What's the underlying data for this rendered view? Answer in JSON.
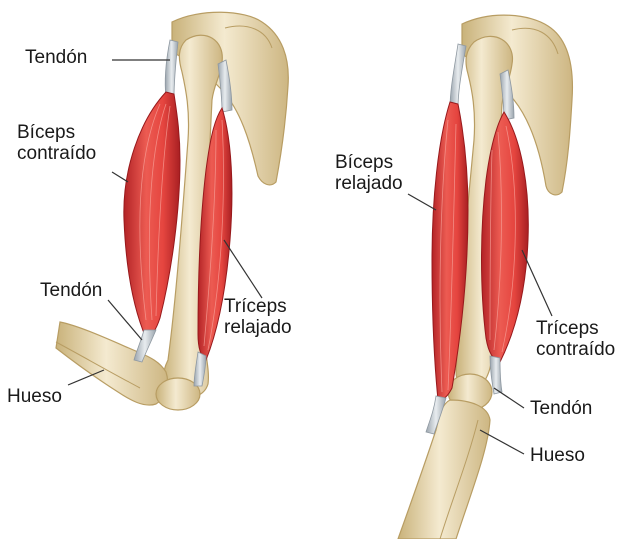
{
  "left_arm": {
    "tendon_top": "Tendón",
    "biceps": [
      "Bíceps",
      "contraído"
    ],
    "tendon_bottom": "Tendón",
    "triceps": [
      "Tríceps",
      "relajado"
    ],
    "bone": "Hueso"
  },
  "right_arm": {
    "biceps": [
      "Bíceps",
      "relajado"
    ],
    "triceps": [
      "Tríceps",
      "contraído"
    ],
    "tendon": "Tendón",
    "bone": "Hueso"
  },
  "colors": {
    "bone": "#efe2bd",
    "bone_shade": "#c9b27a",
    "muscle": "#de3a3a",
    "muscle_dark": "#a81f22",
    "tendon": "#cfd6dc"
  }
}
